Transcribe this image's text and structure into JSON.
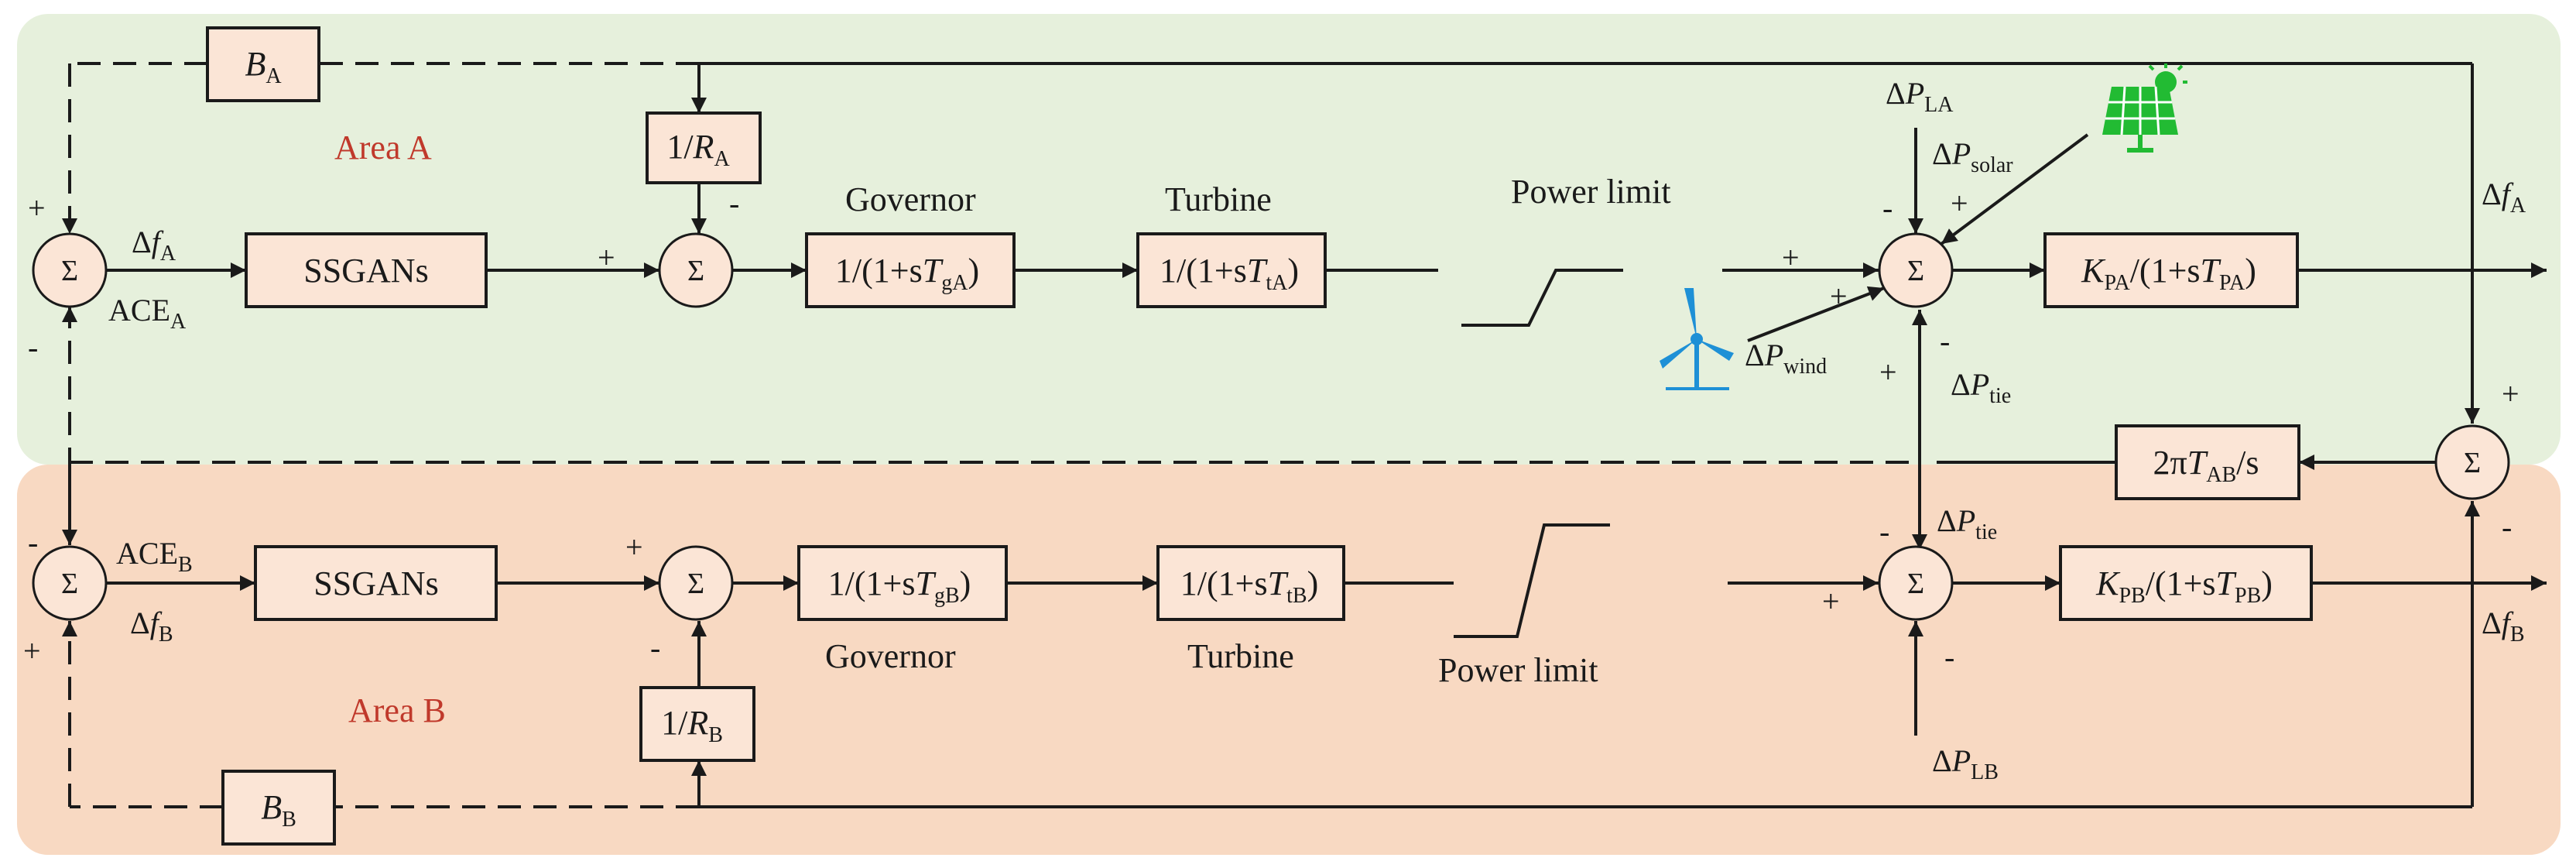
{
  "areas": {
    "a": "Area A",
    "b": "Area B"
  },
  "blocks": {
    "ssgan": "SSGANs",
    "ba_sym": "B",
    "ba_sub": "A",
    "bb_sym": "B",
    "bb_sub": "B",
    "ra_pre": "1/",
    "ra_sym": "R",
    "ra_sub": "A",
    "rb_pre": "1/",
    "rb_sym": "R",
    "rb_sub": "B",
    "gov_pre": "1/(1+s",
    "gov_sym": "T",
    "gova_sub": "gA",
    "govb_sub": "gB",
    "gov_post": ")",
    "tur_pre": "1/(1+s",
    "tur_sym": "T",
    "tura_sub": "tA",
    "turb_sub": "tB",
    "tur_post": ")",
    "kp_sym": "K",
    "kpa_sub": "PA",
    "kpb_sub": "PB",
    "kp_mid": "/(1+s",
    "kp_t": "T",
    "kp_post": ")",
    "tie_pre": "2π",
    "tie_sym": "T",
    "tie_sub": "AB",
    "tie_post": "/s"
  },
  "labels": {
    "governor": "Governor",
    "turbine": "Turbine",
    "power_limit": "Power limit",
    "sigma": "Σ",
    "plus": "+",
    "minus": "-",
    "delta": "Δ",
    "f": "f",
    "p": "P",
    "ace": "ACE",
    "sub_a": "A",
    "sub_b": "B",
    "sub_la": "LA",
    "sub_lb": "LB",
    "sub_solar": "solar",
    "sub_wind": "wind",
    "sub_tie": "tie"
  },
  "colors": {
    "area_a_bg": "#e6f0dc",
    "area_b_bg": "#f8d9c2",
    "block_fill": "#fbe5d6",
    "area_label": "#c0392b",
    "solar_icon": "#22bb33",
    "wind_icon": "#1e90d6"
  },
  "icons": {
    "solar": "solar-panel-icon",
    "wind": "wind-turbine-icon"
  }
}
